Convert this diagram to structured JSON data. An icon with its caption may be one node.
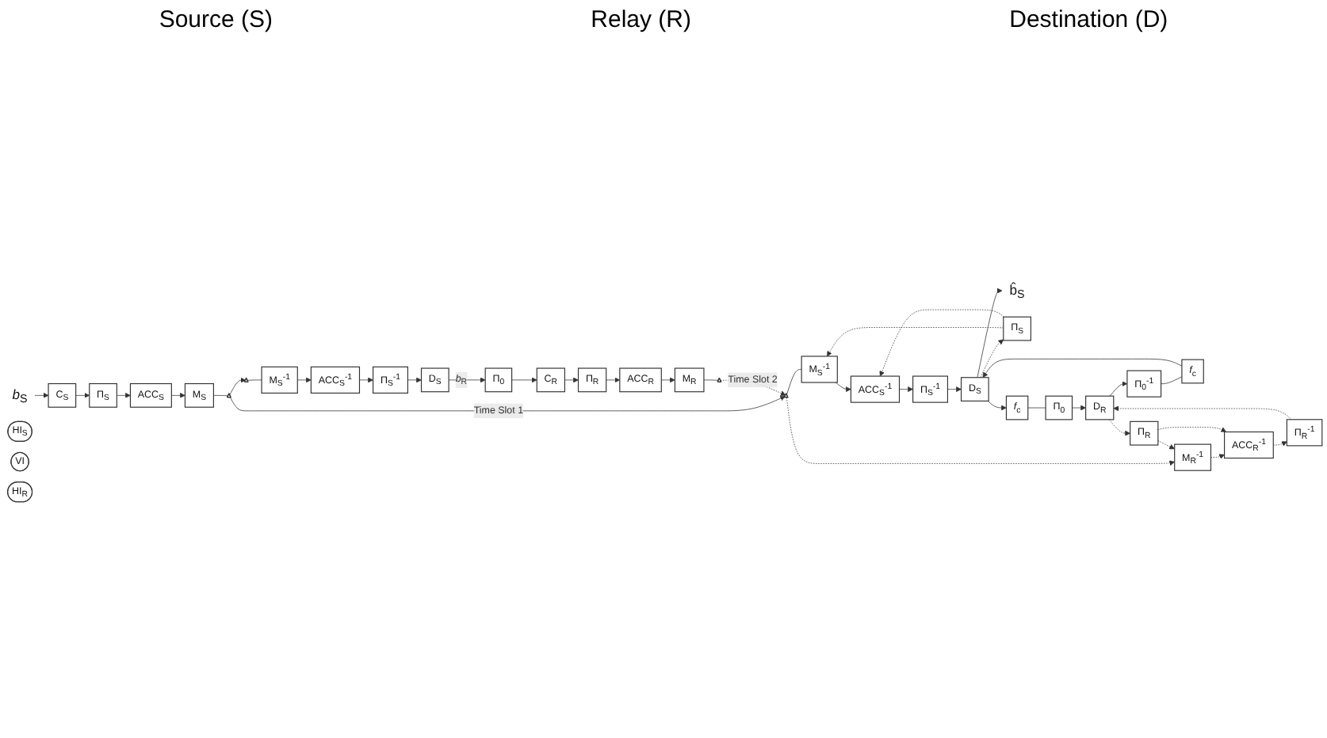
{
  "diagram": {
    "nodes": [
      {
        "text": [
          "*b*$_{S}$"
        ]
      },
      {
        "text": [
          "C$_{S}$"
        ]
      },
      {
        "text": [
          "Π$_{S}$"
        ]
      },
      {
        "text": [
          "ACC$_{S}$"
        ]
      },
      {
        "text": [
          "M$_{S}$"
        ]
      },
      {
        "text": [],
        "shape": "triangle"
      },
      {
        "text": [],
        "shape": "triangle"
      },
      {
        "text": [
          "M$_{S}$$^{-1}$"
        ]
      },
      {
        "text": [
          "ACC$_{S}$$^{-1}$"
        ]
      },
      {
        "text": [
          "Π$_{S}$$^{-1}$"
        ]
      },
      {
        "text": [
          "D$_{S}$"
        ]
      },
      {
        "text": [
          "Π$_{0}$"
        ]
      },
      {
        "text": [
          "C$_{R}$"
        ]
      },
      {
        "text": [
          "Π$_{R}$"
        ]
      },
      {
        "text": [
          "ACC$_{R}$"
        ]
      },
      {
        "text": [
          "M$_{R}$"
        ]
      },
      {
        "text": [],
        "shape": "triangle"
      },
      {
        "text": [],
        "shape": "triangle"
      },
      {
        "text": [
          "M$_{S}$$^{-1}$"
        ]
      },
      {
        "text": [
          "ACC$_{S}$$^{-1}$"
        ]
      },
      {
        "text": [
          "Π$_{S}$$^{-1}$"
        ]
      },
      {
        "text": [
          "D$_{S}$"
        ]
      },
      {
        "text": [
          "b̂$_{S}$"
        ]
      },
      {
        "text": [
          "Π$_{S}$"
        ]
      },
      {
        "text": [
          "*f*$_{c}$"
        ]
      },
      {
        "text": [
          "*f*$_{c}$"
        ]
      },
      {
        "text": [
          "Π$_{0}$"
        ]
      },
      {
        "text": [
          "Π$_{0}$$^{-1}$"
        ]
      },
      {
        "text": [
          "M$_{R}$$^{-1}$"
        ]
      },
      {
        "text": [
          "ACC$_{R}$$^{-1}$"
        ]
      },
      {
        "text": [
          "Π$_{R}$$^{-1}$"
        ]
      },
      {
        "text": [
          "D$_{R}$"
        ]
      },
      {
        "text": [
          "Π$_{R}$"
        ]
      },
      {
        "text": [
          "HI$_{S}$"
        ]
      },
      {
        "text": [
          "VI"
        ]
      },
      {
        "text": [
          "HI$_{R}$"
        ]
      }
    ],
    "edges": [
      {
        "from": 0,
        "to": 1,
        "arrow": "to"
      },
      {
        "from": 1,
        "to": 2,
        "arrow": "to"
      },
      {
        "from": 2,
        "to": 3,
        "arrow": "to"
      },
      {
        "from": 3,
        "to": 4,
        "arrow": "to"
      },
      {
        "from": 4,
        "to": 5,
        "arrow": "none"
      },
      {
        "from": 5,
        "to": 17,
        "arrow": "to",
        "label": "Time Slot 1"
      },
      {
        "from": 5,
        "to": 6,
        "arrow": "to"
      },
      {
        "from": 6,
        "to": 7,
        "arrow": "none"
      },
      {
        "from": 7,
        "to": 8,
        "arrow": "to"
      },
      {
        "from": 8,
        "to": 9,
        "arrow": "to"
      },
      {
        "from": 9,
        "to": 10,
        "arrow": "to"
      },
      {
        "from": 10,
        "to": 11,
        "arrow": "to",
        "label": "*b*$_{R}$"
      },
      {
        "from": 11,
        "to": 12,
        "arrow": "to"
      },
      {
        "from": 12,
        "to": 13,
        "arrow": "to"
      },
      {
        "from": 13,
        "to": 14,
        "arrow": "to"
      },
      {
        "from": 14,
        "to": 15,
        "arrow": "to"
      },
      {
        "from": 15,
        "to": 16,
        "arrow": "none"
      },
      {
        "from": 16,
        "to": 17,
        "arrow": "to",
        "label": "Time Slot 2",
        "style": "dashed"
      },
      {
        "from": 17,
        "to": 18,
        "arrow": "none"
      },
      {
        "from": 18,
        "to": 19,
        "arrow": "to"
      },
      {
        "from": 19,
        "to": 20,
        "arrow": "to"
      },
      {
        "from": 20,
        "to": 21,
        "arrow": "to"
      },
      {
        "from": 21,
        "to": 22,
        "arrow": "to"
      },
      {
        "from": 21,
        "to": 23,
        "arrow": "to",
        "style": "dashed"
      },
      {
        "from": 23,
        "to": 18,
        "arrow": "to",
        "style": "dashed"
      },
      {
        "from": 23,
        "to": 19,
        "arrow": "to",
        "style": "dashed"
      },
      {
        "from": 24,
        "to": 21,
        "arrow": "to"
      },
      {
        "from": 21,
        "to": 25,
        "arrow": "to"
      },
      {
        "from": 27,
        "to": 24,
        "arrow": "none"
      },
      {
        "from": 25,
        "to": 26,
        "arrow": "none"
      },
      {
        "from": 26,
        "to": 31,
        "arrow": "to"
      },
      {
        "from": 31,
        "to": 27,
        "arrow": "to"
      },
      {
        "from": 17,
        "to": 28,
        "arrow": "to",
        "style": "dashed"
      },
      {
        "from": 28,
        "to": 29,
        "arrow": "to",
        "style": "dashed"
      },
      {
        "from": 29,
        "to": 30,
        "arrow": "to",
        "style": "dashed"
      },
      {
        "from": 30,
        "to": 31,
        "arrow": "to",
        "style": "dashed"
      },
      {
        "from": 31,
        "to": 32,
        "arrow": "to",
        "style": "dashed"
      },
      {
        "from": 32,
        "to": 28,
        "arrow": "to",
        "style": "dashed"
      },
      {
        "from": 32,
        "to": 29,
        "arrow": "to",
        "style": "dashed"
      }
    ],
    "labels": [
      "Source (S)",
      "Relay (R)",
      "Destination (D)"
    ]
  }
}
